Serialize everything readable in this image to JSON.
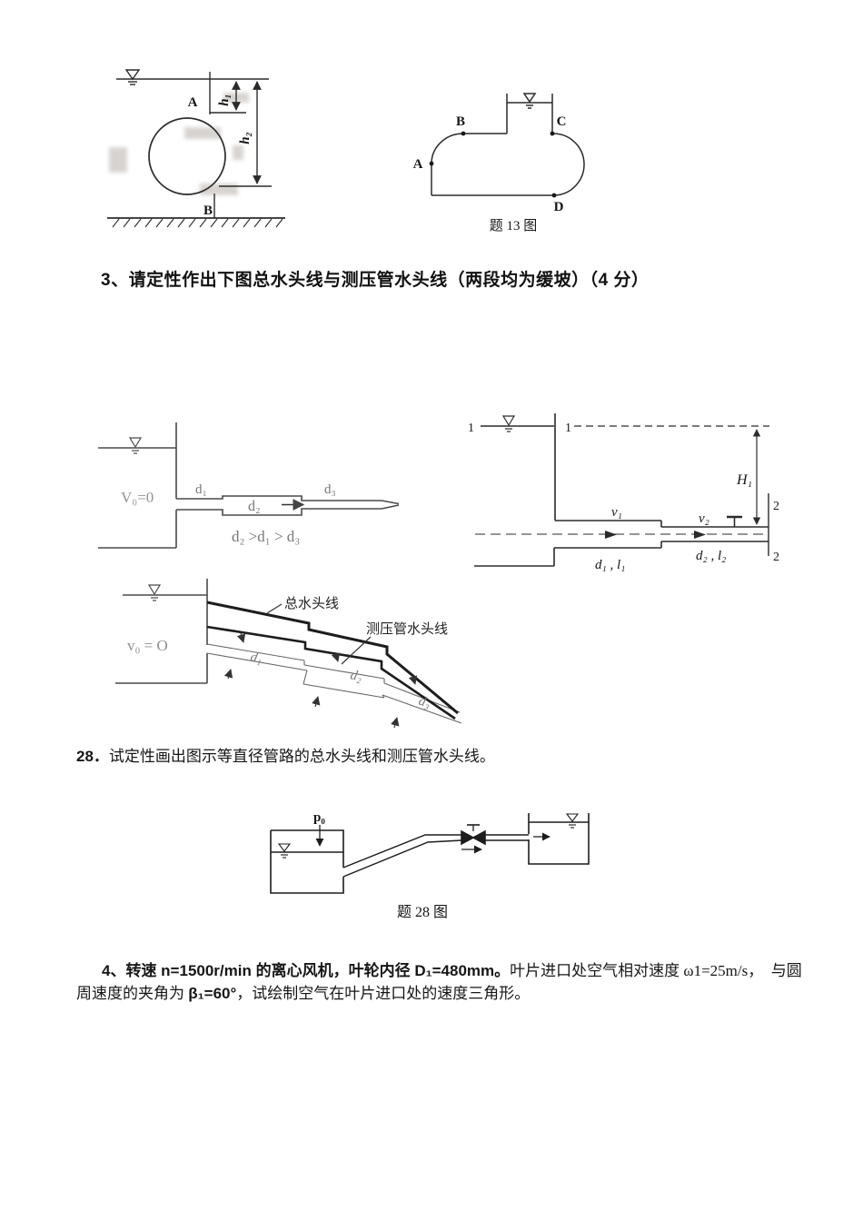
{
  "colors": {
    "ink": "#161616",
    "stroke": "#2b2b2b",
    "thin_stroke": "#555555",
    "faded_label": "#8f8f8f",
    "bleed": "#a8a199"
  },
  "q3": {
    "heading": "3、请定性作出下图总水头线与测压管水头线（两段均为缓坡）（4 分）"
  },
  "q28": {
    "number": "28．",
    "text": "试定性画出图示等直径管路的总水头线和测压管水头线。"
  },
  "q4": {
    "line1_bold": "4、转速 n=1500r/min 的离心风机，叶轮内径 D₁=480mm。",
    "line1_regular": "叶片进口处空气相对速度 ω1=25m/s，　与圆",
    "line2_regular_a": "周速度的夹角为 ",
    "line2_bold": "β₁=60°",
    "line2_regular_b": "，试绘制空气在叶片进口处的速度三角形。"
  },
  "fig_sphere": {
    "A": "A",
    "B": "B",
    "h1": "h₁",
    "h2": "h₂"
  },
  "fig_tank13": {
    "A": "A",
    "B": "B",
    "C": "C",
    "D": "D",
    "caption": "题 13 图"
  },
  "fig_nozzle": {
    "v0": "V₀=0",
    "d1": "d₁",
    "d2": "d₂",
    "d3": "d₃",
    "relation": "d₂ >d₁ > d₃"
  },
  "fig_rpipe": {
    "s1a": "1",
    "s1b": "1",
    "H1": "H₁",
    "v1": "v₁",
    "v2": "v₂",
    "s2t": "2",
    "s2b": "2",
    "d1l1": "d₁ , l₁",
    "d2l2": "d₂ , l₂"
  },
  "fig_answer3": {
    "v0": "v₀ = O",
    "total": "总水头线",
    "piezo": "测压管水头线",
    "d1": "d₁",
    "d2": "d₂",
    "d3": "d₃"
  },
  "fig_q28": {
    "p0": "p₀",
    "caption": "题 28 图"
  }
}
